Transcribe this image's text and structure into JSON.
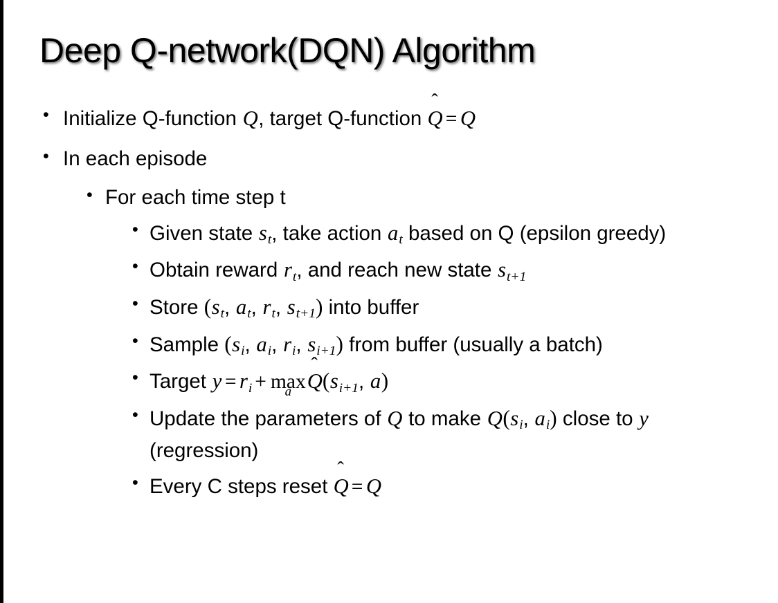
{
  "slide": {
    "title": "Deep Q-network(DQN) Algorithm",
    "background_color": "#ffffff",
    "text_color": "#000000",
    "edge_accent_color": "#000000",
    "bullet_glyph": "•",
    "hat_accent_glyph": "̂",
    "content": [
      {
        "level": 1,
        "id": "initialize",
        "segments": [
          {
            "t": "text",
            "v": "Initialize Q-function "
          },
          {
            "t": "mi",
            "v": "Q"
          },
          {
            "t": "text",
            "v": ", target Q-function "
          },
          {
            "t": "hat",
            "v": "Q",
            "accent": "ˆ"
          },
          {
            "t": "mo",
            "v": "="
          },
          {
            "t": "mi",
            "v": "Q"
          }
        ]
      },
      {
        "level": 1,
        "id": "in-each-episode",
        "segments": [
          {
            "t": "text",
            "v": "In each episode"
          }
        ]
      },
      {
        "level": 2,
        "id": "for-each-time-step",
        "segments": [
          {
            "t": "text",
            "v": "For each time step t"
          }
        ]
      },
      {
        "level": 3,
        "id": "given-state",
        "segments": [
          {
            "t": "text",
            "v": "Given state "
          },
          {
            "t": "mi",
            "v": "s"
          },
          {
            "t": "sub",
            "v": "t"
          },
          {
            "t": "text",
            "v": ", take action "
          },
          {
            "t": "mi",
            "v": "a"
          },
          {
            "t": "sub",
            "v": "t"
          },
          {
            "t": "text",
            "v": " based on Q (epsilon greedy)"
          }
        ]
      },
      {
        "level": 3,
        "id": "obtain-reward",
        "segments": [
          {
            "t": "text",
            "v": "Obtain reward "
          },
          {
            "t": "mi",
            "v": "r"
          },
          {
            "t": "sub",
            "v": "t"
          },
          {
            "t": "text",
            "v": ", and reach new state "
          },
          {
            "t": "mi",
            "v": "s"
          },
          {
            "t": "sub",
            "v": "t+1"
          }
        ]
      },
      {
        "level": 3,
        "id": "store-transition",
        "segments": [
          {
            "t": "text",
            "v": "Store "
          },
          {
            "t": "paren",
            "v": "("
          },
          {
            "t": "mi",
            "v": "s"
          },
          {
            "t": "sub",
            "v": "t"
          },
          {
            "t": "text",
            "v": ", "
          },
          {
            "t": "mi",
            "v": "a"
          },
          {
            "t": "sub",
            "v": "t"
          },
          {
            "t": "text",
            "v": ", "
          },
          {
            "t": "mi",
            "v": "r"
          },
          {
            "t": "sub",
            "v": "t"
          },
          {
            "t": "text",
            "v": ", "
          },
          {
            "t": "mi",
            "v": "s"
          },
          {
            "t": "sub",
            "v": "t+1"
          },
          {
            "t": "paren",
            "v": ")"
          },
          {
            "t": "text",
            "v": " into buffer"
          }
        ]
      },
      {
        "level": 3,
        "id": "sample-batch",
        "segments": [
          {
            "t": "text",
            "v": "Sample "
          },
          {
            "t": "paren",
            "v": "("
          },
          {
            "t": "mi",
            "v": "s"
          },
          {
            "t": "sub",
            "v": "i"
          },
          {
            "t": "text",
            "v": ", "
          },
          {
            "t": "mi",
            "v": "a"
          },
          {
            "t": "sub",
            "v": "i"
          },
          {
            "t": "text",
            "v": ", "
          },
          {
            "t": "mi",
            "v": "r"
          },
          {
            "t": "sub",
            "v": "i"
          },
          {
            "t": "text",
            "v": ", "
          },
          {
            "t": "mi",
            "v": "s"
          },
          {
            "t": "sub",
            "v": "i+1"
          },
          {
            "t": "paren",
            "v": ")"
          },
          {
            "t": "text",
            "v": " from buffer (usually a batch)"
          }
        ]
      },
      {
        "level": 3,
        "id": "target-y",
        "segments": [
          {
            "t": "text",
            "v": "Target "
          },
          {
            "t": "mi",
            "v": "y"
          },
          {
            "t": "mo",
            "v": "="
          },
          {
            "t": "mi",
            "v": "r"
          },
          {
            "t": "sub",
            "v": "i"
          },
          {
            "t": "mo",
            "v": "+"
          },
          {
            "t": "munder",
            "v": "max",
            "under": "a"
          },
          {
            "t": "hat",
            "v": "Q",
            "accent": "ˆ"
          },
          {
            "t": "paren",
            "v": "("
          },
          {
            "t": "mi",
            "v": "s"
          },
          {
            "t": "sub",
            "v": "i+1"
          },
          {
            "t": "text",
            "v": ", "
          },
          {
            "t": "mi",
            "v": "a"
          },
          {
            "t": "paren",
            "v": ")"
          }
        ]
      },
      {
        "level": 3,
        "id": "update-parameters",
        "segments": [
          {
            "t": "text",
            "v": "Update the parameters of "
          },
          {
            "t": "mi",
            "v": "Q"
          },
          {
            "t": "text",
            "v": " to make "
          },
          {
            "t": "mi",
            "v": "Q"
          },
          {
            "t": "paren",
            "v": "("
          },
          {
            "t": "mi",
            "v": "s"
          },
          {
            "t": "sub",
            "v": "i"
          },
          {
            "t": "text",
            "v": ", "
          },
          {
            "t": "mi",
            "v": "a"
          },
          {
            "t": "sub",
            "v": "i"
          },
          {
            "t": "paren",
            "v": ")"
          },
          {
            "t": "text",
            "v": " close to "
          },
          {
            "t": "mi",
            "v": "y"
          },
          {
            "t": "text",
            "v": " (regression)"
          }
        ]
      },
      {
        "level": 3,
        "id": "reset-target-network",
        "segments": [
          {
            "t": "text",
            "v": "Every C steps reset "
          },
          {
            "t": "hat",
            "v": "Q",
            "accent": "ˆ"
          },
          {
            "t": "mo",
            "v": "="
          },
          {
            "t": "mi",
            "v": "Q"
          }
        ]
      }
    ]
  }
}
